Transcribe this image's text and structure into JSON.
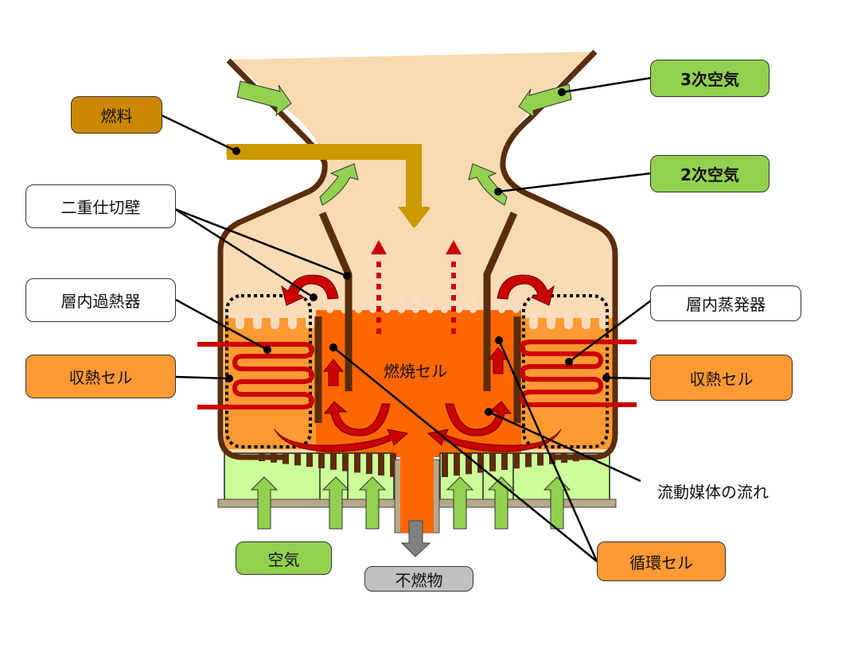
{
  "title": "流動層ボイラ構造図",
  "colors": {
    "fuel": "#cc8800",
    "air": "#92d050",
    "heat_cell": "#ff9933",
    "circ_cell": "#ff9933",
    "white_label": "#ffffff",
    "ash": "#c0c0c0",
    "wall": "#5a2d0c",
    "freeboard": "#f8dab0",
    "combustion": "#ff6600",
    "tube": "#cc0000"
  },
  "labels": {
    "fuel": "燃料",
    "double_partition": "二重仕切壁",
    "superheater": "層内過熱器",
    "heat_cell_left": "収熱セル",
    "heat_cell_right": "収熱セル",
    "evaporator": "層内蒸発器",
    "tertiary_air": "3次空気",
    "secondary_air": "2次空気",
    "combustion_cell": "燃焼セル",
    "media_flow": "流動媒体の流れ",
    "circulation_cell": "循環セル",
    "air": "空気",
    "incombustibles": "不燃物"
  }
}
